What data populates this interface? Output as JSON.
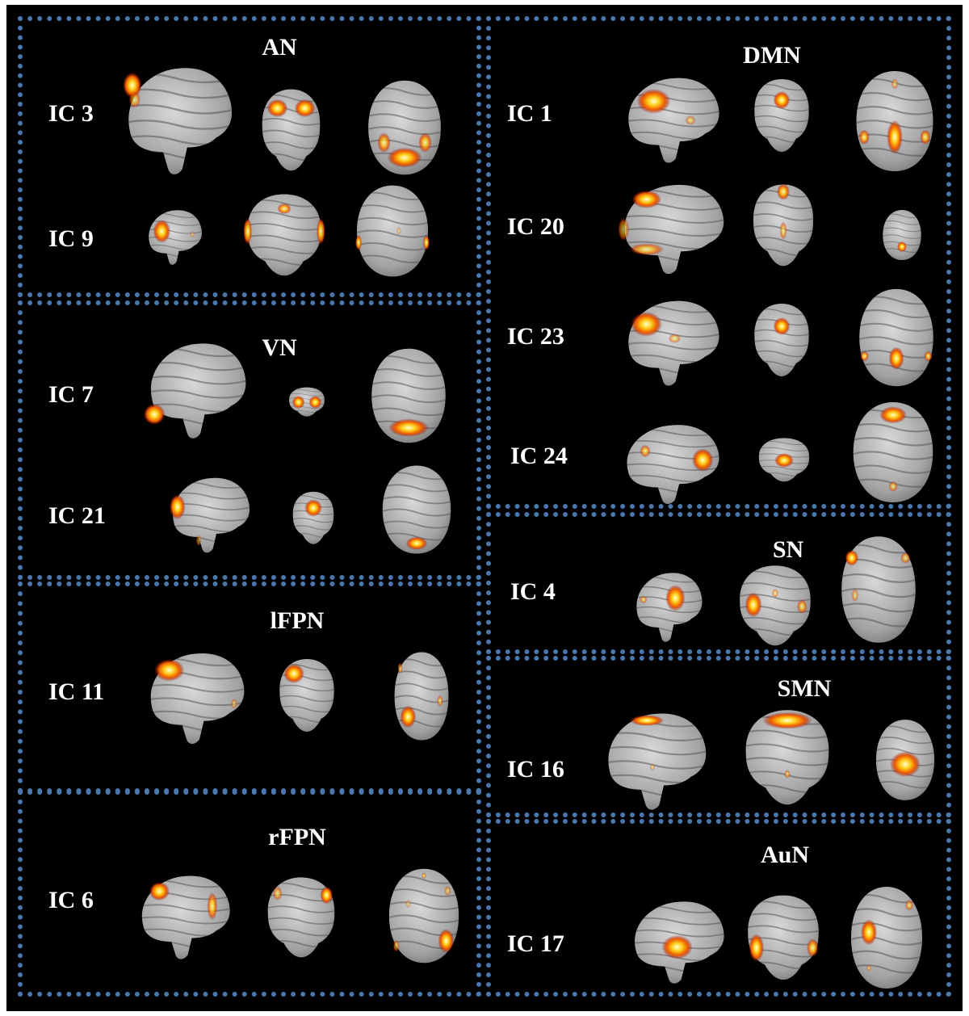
{
  "panels": [
    {
      "title": "AN",
      "components": [
        {
          "label": "IC 3",
          "blobs": [
            [
              [
                0.14,
                0.2,
                0.16,
                0.22,
                1
              ],
              [
                0.16,
                0.32,
                0.1,
                0.14,
                0.6
              ]
            ],
            [
              [
                0.3,
                0.25,
                0.3,
                0.2,
                1
              ],
              [
                0.7,
                0.25,
                0.3,
                0.2,
                1
              ]
            ],
            [
              [
                0.5,
                0.8,
                0.42,
                0.2,
                1
              ],
              [
                0.25,
                0.65,
                0.16,
                0.2,
                0.8
              ],
              [
                0.75,
                0.65,
                0.16,
                0.2,
                0.8
              ]
            ]
          ]
        },
        {
          "label": "IC 9",
          "blobs": [
            [
              [
                0.32,
                0.4,
                0.28,
                0.38,
                1
              ],
              [
                0.82,
                0.45,
                0.08,
                0.1,
                0.4
              ]
            ],
            [
              [
                0.08,
                0.45,
                0.1,
                0.3,
                0.9
              ],
              [
                0.92,
                0.45,
                0.1,
                0.3,
                0.9
              ],
              [
                0.5,
                0.2,
                0.16,
                0.12,
                0.8
              ]
            ],
            [
              [
                0.08,
                0.62,
                0.08,
                0.16,
                0.9
              ],
              [
                0.92,
                0.62,
                0.08,
                0.16,
                0.9
              ],
              [
                0.58,
                0.5,
                0.06,
                0.08,
                0.4
              ]
            ]
          ]
        }
      ]
    },
    {
      "title": "DMN",
      "components": [
        {
          "label": "IC 1",
          "blobs": [
            [
              [
                0.35,
                0.3,
                0.32,
                0.26,
                1
              ],
              [
                0.7,
                0.5,
                0.1,
                0.1,
                0.5
              ]
            ],
            [
              [
                0.5,
                0.3,
                0.26,
                0.22,
                1
              ]
            ],
            [
              [
                0.5,
                0.65,
                0.18,
                0.32,
                1
              ],
              [
                0.15,
                0.65,
                0.12,
                0.14,
                0.8
              ],
              [
                0.85,
                0.65,
                0.12,
                0.14,
                0.8
              ],
              [
                0.5,
                0.15,
                0.08,
                0.1,
                0.5
              ]
            ]
          ]
        },
        {
          "label": "IC 20",
          "blobs": [
            [
              [
                0.3,
                0.2,
                0.26,
                0.18,
                1
              ],
              [
                0.3,
                0.7,
                0.3,
                0.12,
                0.7
              ],
              [
                0.1,
                0.5,
                0.1,
                0.24,
                0.6
              ]
            ],
            [
              [
                0.5,
                0.12,
                0.18,
                0.18,
                0.9
              ],
              [
                0.5,
                0.55,
                0.1,
                0.2,
                0.6
              ]
            ],
            [
              [
                0.5,
                0.72,
                0.22,
                0.2,
                1
              ]
            ]
          ]
        },
        {
          "label": "IC 23",
          "blobs": [
            [
              [
                0.28,
                0.3,
                0.3,
                0.26,
                1
              ],
              [
                0.55,
                0.45,
                0.12,
                0.1,
                0.5
              ]
            ],
            [
              [
                0.5,
                0.32,
                0.26,
                0.22,
                1
              ]
            ],
            [
              [
                0.5,
                0.7,
                0.18,
                0.22,
                1
              ],
              [
                0.12,
                0.68,
                0.1,
                0.1,
                0.8
              ],
              [
                0.88,
                0.68,
                0.1,
                0.1,
                0.8
              ]
            ]
          ]
        },
        {
          "label": "IC 24",
          "blobs": [
            [
              [
                0.82,
                0.45,
                0.2,
                0.26,
                1
              ],
              [
                0.28,
                0.35,
                0.1,
                0.14,
                0.7
              ]
            ],
            [
              [
                0.5,
                0.5,
                0.32,
                0.3,
                1
              ]
            ],
            [
              [
                0.5,
                0.15,
                0.3,
                0.16,
                1
              ],
              [
                0.5,
                0.82,
                0.1,
                0.1,
                0.6
              ]
            ]
          ]
        }
      ]
    },
    {
      "title": "VN",
      "components": [
        {
          "label": "IC 7",
          "blobs": [
            [
              [
                0.14,
                0.72,
                0.2,
                0.2,
                1
              ]
            ],
            [
              [
                0.3,
                0.5,
                0.3,
                0.4,
                1
              ],
              [
                0.7,
                0.5,
                0.3,
                0.4,
                1
              ]
            ],
            [
              [
                0.5,
                0.82,
                0.48,
                0.18,
                1
              ]
            ]
          ]
        },
        {
          "label": "IC 21",
          "blobs": [
            [
              [
                0.16,
                0.4,
                0.18,
                0.3,
                1
              ],
              [
                0.4,
                0.8,
                0.06,
                0.14,
                0.5
              ]
            ],
            [
              [
                0.5,
                0.32,
                0.36,
                0.3,
                1
              ]
            ],
            [
              [
                0.5,
                0.86,
                0.28,
                0.14,
                1
              ]
            ]
          ]
        }
      ]
    },
    {
      "title": "SN",
      "components": [
        {
          "label": "IC 4",
          "blobs": [
            [
              [
                0.62,
                0.38,
                0.26,
                0.34,
                1
              ],
              [
                0.2,
                0.4,
                0.1,
                0.1,
                0.6
              ]
            ],
            [
              [
                0.24,
                0.48,
                0.2,
                0.28,
                1
              ],
              [
                0.82,
                0.5,
                0.12,
                0.16,
                0.7
              ],
              [
                0.5,
                0.35,
                0.08,
                0.1,
                0.5
              ]
            ],
            [
              [
                0.18,
                0.22,
                0.16,
                0.14,
                1
              ],
              [
                0.82,
                0.22,
                0.12,
                0.1,
                0.6
              ],
              [
                0.22,
                0.55,
                0.08,
                0.12,
                0.5
              ]
            ]
          ]
        }
      ]
    },
    {
      "title": "lFPN",
      "components": [
        {
          "label": "IC 11",
          "blobs": [
            [
              [
                0.28,
                0.22,
                0.28,
                0.22,
                1
              ],
              [
                0.88,
                0.55,
                0.06,
                0.1,
                0.5
              ]
            ],
            [
              [
                0.3,
                0.22,
                0.32,
                0.24,
                1
              ]
            ],
            [
              [
                0.28,
                0.72,
                0.26,
                0.24,
                1
              ],
              [
                0.8,
                0.55,
                0.1,
                0.12,
                0.6
              ],
              [
                0.15,
                0.2,
                0.08,
                0.12,
                0.6
              ]
            ]
          ]
        }
      ]
    },
    {
      "title": "SMN",
      "components": [
        {
          "label": "IC 16",
          "blobs": [
            [
              [
                0.45,
                0.12,
                0.3,
                0.1,
                1
              ],
              [
                0.5,
                0.55,
                0.05,
                0.06,
                0.4
              ]
            ],
            [
              [
                0.5,
                0.14,
                0.5,
                0.16,
                1
              ],
              [
                0.5,
                0.65,
                0.06,
                0.08,
                0.6
              ]
            ],
            [
              [
                0.5,
                0.55,
                0.46,
                0.3,
                1
              ]
            ]
          ]
        }
      ]
    },
    {
      "title": "rFPN",
      "components": [
        {
          "label": "IC 6",
          "blobs": [
            [
              [
                0.28,
                0.22,
                0.2,
                0.2,
                1
              ],
              [
                0.8,
                0.38,
                0.1,
                0.3,
                0.8
              ]
            ],
            [
              [
                0.2,
                0.22,
                0.12,
                0.16,
                0.6
              ],
              [
                0.82,
                0.24,
                0.16,
                0.2,
                1
              ]
            ],
            [
              [
                0.78,
                0.75,
                0.2,
                0.24,
                1
              ],
              [
                0.15,
                0.8,
                0.08,
                0.12,
                0.6
              ],
              [
                0.5,
                0.1,
                0.06,
                0.06,
                0.6
              ],
              [
                0.3,
                0.38,
                0.06,
                0.08,
                0.4
              ],
              [
                0.8,
                0.25,
                0.08,
                0.1,
                0.5
              ]
            ]
          ]
        }
      ]
    },
    {
      "title": "AuN",
      "components": [
        {
          "label": "IC 17",
          "blobs": [
            [
              [
                0.52,
                0.55,
                0.3,
                0.26,
                1
              ]
            ],
            [
              [
                0.18,
                0.6,
                0.18,
                0.3,
                1
              ],
              [
                0.85,
                0.6,
                0.14,
                0.2,
                0.8
              ]
            ],
            [
              [
                0.28,
                0.45,
                0.2,
                0.24,
                1
              ],
              [
                0.78,
                0.2,
                0.1,
                0.1,
                0.6
              ],
              [
                0.28,
                0.78,
                0.06,
                0.06,
                0.5
              ]
            ]
          ]
        }
      ]
    }
  ]
}
